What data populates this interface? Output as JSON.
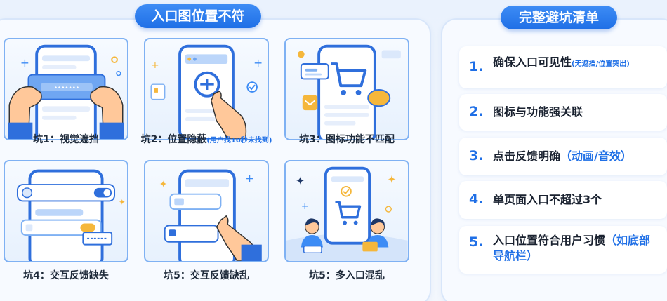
{
  "left_title": "入口图位置不符",
  "right_title": "完整避坑清单",
  "cards": [
    {
      "caption": "坑1：视觉遮挡",
      "sub": ""
    },
    {
      "caption": "坑2：位置隐蔽",
      "sub": "(用户找10秒未找到)"
    },
    {
      "caption": "坑3：图标功能不匹配",
      "sub": ""
    },
    {
      "caption": "坑4：交互反馈缺失",
      "sub": ""
    },
    {
      "caption": "坑5：交互反馈缺乱",
      "sub": ""
    },
    {
      "caption": "坑5：多入口混乱",
      "sub": ""
    }
  ],
  "checklist": [
    {
      "num": "1.",
      "text": "确保入口可见性",
      "note": "(无遮挡/位置突出)"
    },
    {
      "num": "2.",
      "text": "图标与功能强关联",
      "note": ""
    },
    {
      "num": "3.",
      "text": "点击反馈明确",
      "note": "（动画/音效）"
    },
    {
      "num": "4.",
      "text": "单页面入口不超过3个",
      "note": ""
    },
    {
      "num": "5.",
      "text": "入口位置符合用户习惯",
      "note": "（如底部导航栏）"
    }
  ],
  "colors": {
    "accent": "#1f6fe6",
    "card_border": "#7fb1f3",
    "skin": "#ffc89a",
    "sleeve": "#2f6fdc"
  }
}
